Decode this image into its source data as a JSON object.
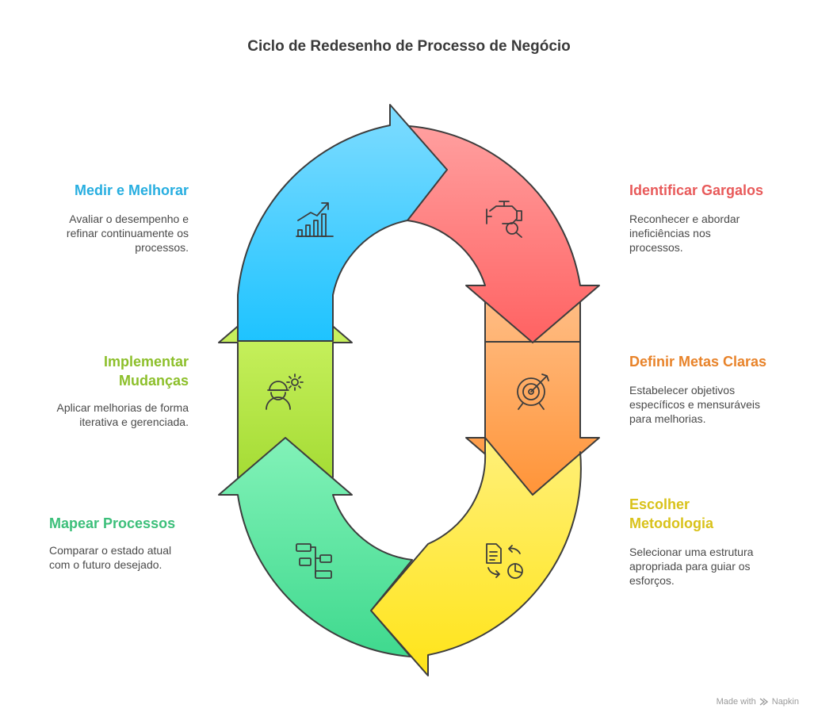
{
  "title": "Ciclo de Redesenho de Processo de Negócio",
  "steps": [
    {
      "title": "Identificar Gargalos",
      "description": "Reconhecer e abordar ineficiências nos processos.",
      "color": "#e85a5a",
      "icon": "engine-search-icon"
    },
    {
      "title": "Definir Metas Claras",
      "description": "Estabelecer objetivos específicos e mensuráveis para melhorias.",
      "color": "#e8832a",
      "icon": "target-icon"
    },
    {
      "title": "Escolher Metodologia",
      "description": "Selecionar uma estrutura apropriada para guiar os esforços.",
      "color": "#d9c21a",
      "icon": "document-chart-cycle-icon"
    },
    {
      "title": "Mapear Processos",
      "description": "Comparar o estado atual com o futuro desejado.",
      "color": "#3cbf7a",
      "icon": "flowchart-icon"
    },
    {
      "title": "Implementar Mudanças",
      "description": "Aplicar melhorias de forma iterativa e gerenciada.",
      "color": "#8cbf2a",
      "icon": "worker-gear-icon"
    },
    {
      "title": "Medir e Melhorar",
      "description": "Avaliar o desempenho e refinar continuamente os processos.",
      "color": "#27aee0",
      "icon": "growth-chart-icon"
    }
  ],
  "watermark": {
    "prefix": "Made with",
    "brand": "Napkin"
  }
}
